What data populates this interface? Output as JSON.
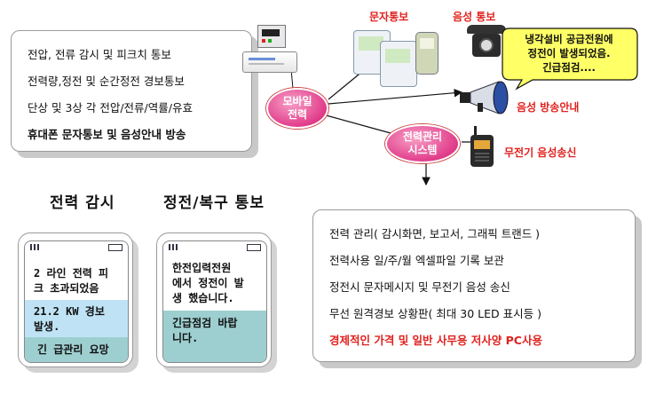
{
  "top_left_box": {
    "lines": [
      "전압, 전류 감시 및 피크치 통보",
      "전력량,정전 및 순간정전 경보통보",
      "단상 및 3상 각 전압/전류/역률/유효",
      "휴대폰 문자통보 및 음성안내 방송"
    ]
  },
  "hub": {
    "line1": "모바일",
    "line2": "전력"
  },
  "system": {
    "line1": "전력관리",
    "line2": "시스템"
  },
  "labels": {
    "sms": "문자통보",
    "voice": "음성 통보",
    "broadcast": "음성 방송안내",
    "radio": "무전기 음성송신"
  },
  "speech_bubble": {
    "lines": [
      "냉각설비 공급전원에",
      "정전이 발생되었음.",
      "긴급점검...."
    ]
  },
  "headings": {
    "monitor": "전력 감시",
    "outage": "정전/복구 통보"
  },
  "phone_left": {
    "lines": [
      "2 라인 전력 피",
      "크 초과되었음",
      "21.2 KW 경보",
      "발생.",
      "긴 급관리 요망"
    ]
  },
  "phone_right": {
    "lines": [
      "한전입력전원",
      "에서 정전이 발",
      "생 했습니다.",
      "긴급점검 바랍",
      "니다."
    ]
  },
  "bottom_right_box": {
    "lines": [
      "전력 관리( 감시화면, 보고서, 그래픽 트랜드 )",
      "전력사용 일/주/월 엑셀파일 기록 보관",
      "정전시 문자메시지 및 무전기 음성 송신",
      "무선 원격경보 상황판( 최대 30 LED 표시등 )",
      "경제적인 가격 및 일반 사무용 저사양 PC사용"
    ]
  },
  "colors": {
    "accent_red": "#e0221f",
    "hub_pink": "#e13c8a",
    "phone_teal": "#9ecfd0",
    "phone_blue": "#bfe3f5"
  }
}
